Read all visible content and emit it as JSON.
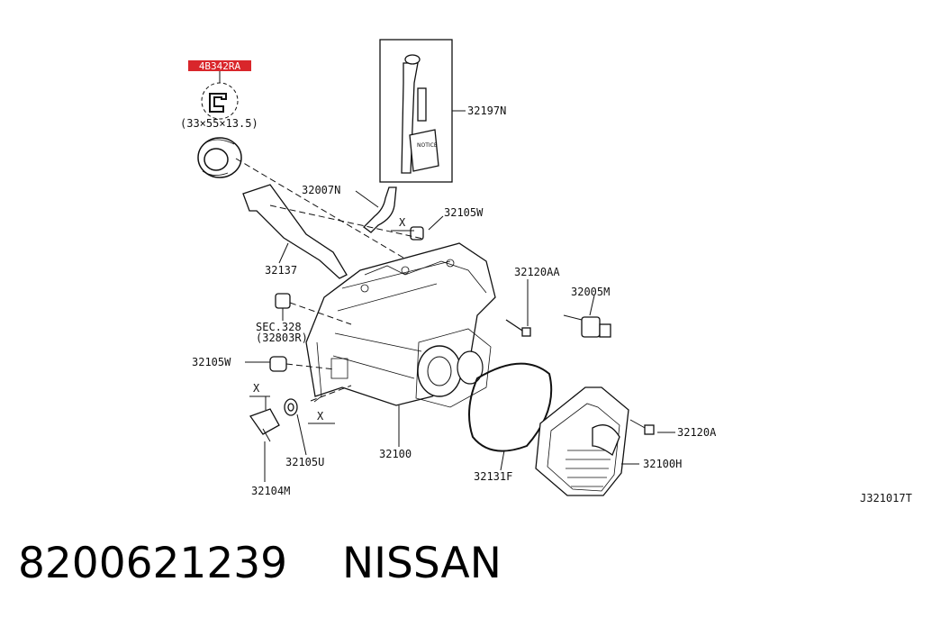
{
  "diagram": {
    "highlight_label": "4B342RA",
    "highlight_color": "#d9262b",
    "seal_size": "(33×55×13.5)",
    "drawing_code": "J321017T",
    "parts": {
      "p32197N": "32197N",
      "p32007N": "32007N",
      "p32105W_top": "32105W",
      "p32137": "32137",
      "p32120AA": "32120AA",
      "p32005M": "32005M",
      "sec328": "SEC.328",
      "p32803R": "(32803R)",
      "p32105W_left": "32105W",
      "p32120A": "32120A",
      "p32100H": "32100H",
      "p32100": "32100",
      "p32131F": "32131F",
      "p32105U": "32105U",
      "p32104M": "32104M"
    },
    "marks": {
      "x1": "X",
      "x2": "X",
      "x3": "X"
    }
  },
  "caption": {
    "part_number": "8200621239",
    "brand": "NISSAN"
  }
}
